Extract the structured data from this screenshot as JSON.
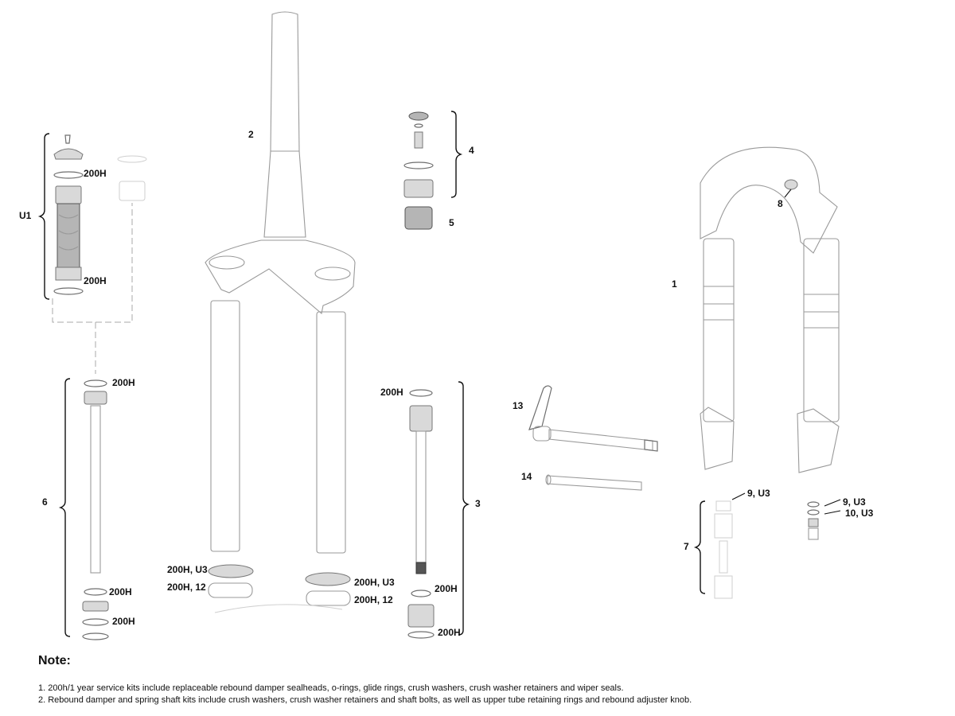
{
  "callouts": {
    "u1": "U1",
    "u1_top": "200H",
    "u1_bottom": "200H",
    "p2": "2",
    "p4": "4",
    "p5": "5",
    "p1": "1",
    "p8": "8",
    "p6": "6",
    "p6_top": "200H",
    "p6_mid": "200H",
    "p6_bottom": "200H",
    "p3": "3",
    "p3_top": "200H",
    "p3_mid": "200H",
    "p3_bottom": "200H",
    "left_seal": "200H, U3",
    "left_ring": "200H, 12",
    "right_seal": "200H, U3",
    "right_ring": "200H, 12",
    "p13": "13",
    "p14": "14",
    "p7": "7",
    "p7_top": "9, U3",
    "right_a": "9, U3",
    "right_b": "10, U3"
  },
  "notes": {
    "title": "Note:",
    "line1": "1. 200h/1 year service kits include replaceable rebound damper sealheads, o-rings, glide rings, crush washers, crush washer retainers and wiper seals.",
    "line2": "2. Rebound damper and spring shaft kits include crush washers, crush washer retainers and shaft bolts, as well as upper tube retaining rings and rebound adjuster knob."
  }
}
